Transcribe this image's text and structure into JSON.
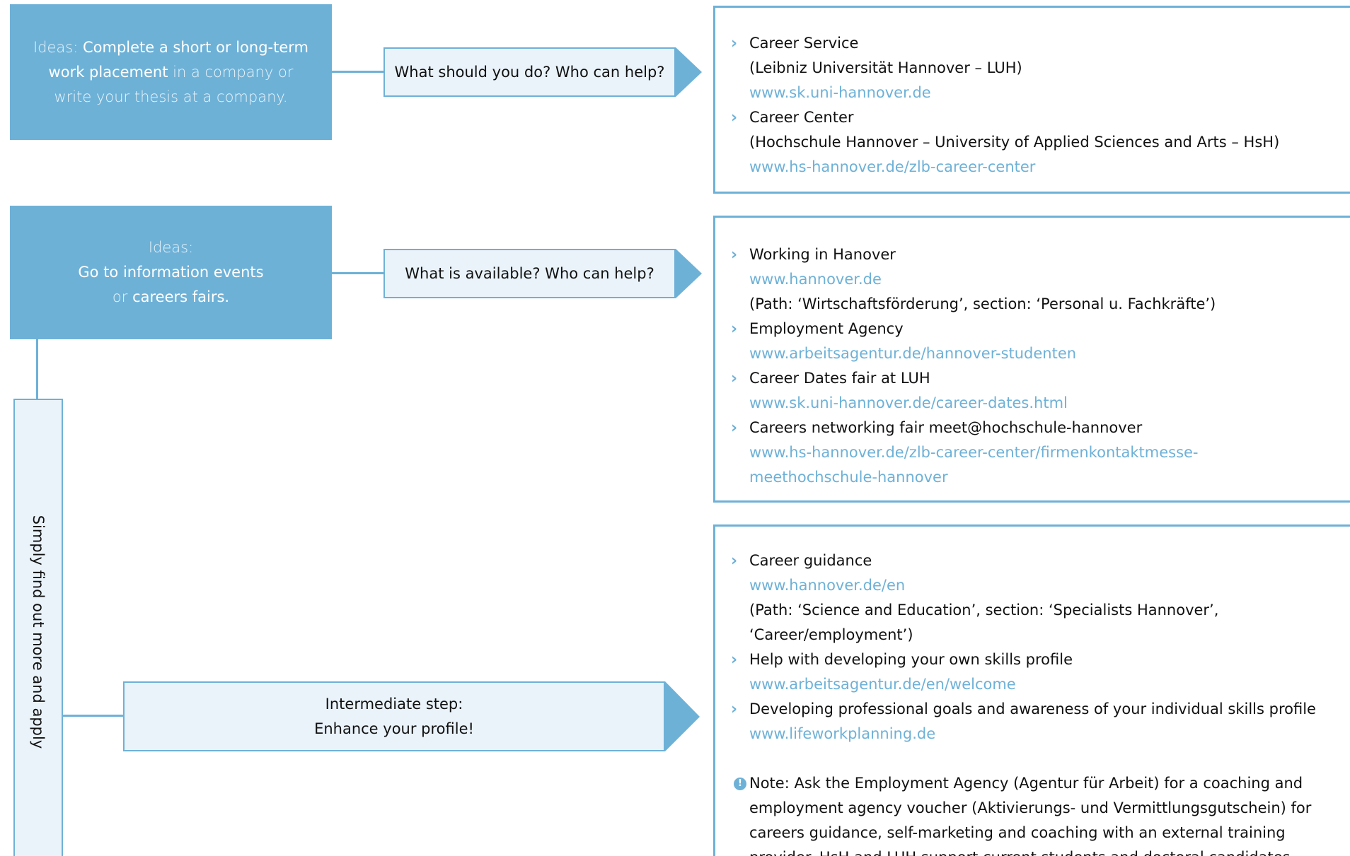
{
  "row1": {
    "idea": {
      "prefix": "Ideas: ",
      "highlight": "Complete a short or long-term work placement",
      "suffix": " in a company or write your thesis at a company."
    },
    "question": "What should you do? Who can help?",
    "items": [
      {
        "title": "Career Service",
        "lines": [
          {
            "type": "plain",
            "text": "(Leibniz Universität Hannover – LUH)"
          },
          {
            "type": "link",
            "text": "www.sk.uni-hannover.de"
          }
        ]
      },
      {
        "title": "Career Center",
        "lines": [
          {
            "type": "plain",
            "text": "(Hochschule Hannover – University of Applied Sciences and Arts – HsH)"
          },
          {
            "type": "link",
            "text": "www.hs-hannover.de/zlb-career-center"
          }
        ]
      }
    ]
  },
  "row2": {
    "idea": {
      "line1": "Ideas:",
      "highlight1": "Go to information events",
      "connector": "or ",
      "highlight2": "careers fairs."
    },
    "question": "What is available? Who can help?",
    "items": [
      {
        "title": "Working in Hanover",
        "link": "www.hannover.de",
        "path": "(Path: ‘Wirtschaftsförderung’, section: ‘Personal u. Fachkräfte’)"
      },
      {
        "title": "Employment Agency",
        "link": "www.arbeitsagentur.de/hannover-studenten"
      },
      {
        "title": "Career Dates fair at LUH",
        "link": "www.sk.uni-hannover.de/career-dates.html"
      },
      {
        "title": "Careers networking fair meet@hochschule-hannover",
        "link": "www.hs-hannover.de/zlb-career-center/firmenkontaktmesse-",
        "link2": "meethochschule-hannover"
      }
    ]
  },
  "row3": {
    "step_title": "Intermediate step:",
    "step_text": "Enhance your profile!",
    "items": [
      {
        "title": "Career guidance",
        "link": "www.hannover.de/en",
        "path": "(Path: ‘Science and Education’, section: ‘Specialists Hannover’, ‘Career/employment’)"
      },
      {
        "title": "Help with developing your own skills profile",
        "link": "www.arbeitsagentur.de/en/welcome"
      },
      {
        "title": "Developing professional goals and awareness of your individual skills profile",
        "link": "www.lifeworkplanning.de"
      }
    ],
    "note": {
      "label": "Note:",
      "lines": [
        " Ask the Employment Agency (Agentur für Arbeit) for a coaching and",
        "employment agency voucher (Aktivierungs- und Vermittlungsgutschein) for",
        "careers guidance, self-marketing and coaching with an external training",
        "provider. HsH and LUH support current students and doctoral candidates."
      ]
    }
  },
  "side_label": "Simply find out more and apply",
  "colors": {
    "accent": "#6eb1d7",
    "light_fill": "#eaf3fa"
  }
}
